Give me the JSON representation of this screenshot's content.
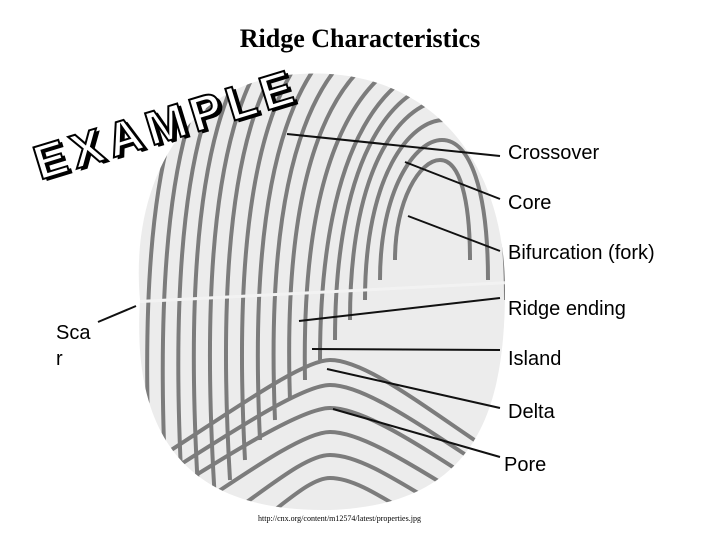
{
  "title": "Ridge Characteristics",
  "watermark": "EXAMPLE",
  "labels": {
    "crossover": "Crossover",
    "core": "Core",
    "bifurcation": "Bifurcation (fork)",
    "ridge_ending": "Ridge ending",
    "island": "Island",
    "delta": "Delta",
    "pore": "Pore",
    "scar": "Sca r"
  },
  "source_url": "http://cnx.org/content/m12574/latest/properties.jpg"
}
